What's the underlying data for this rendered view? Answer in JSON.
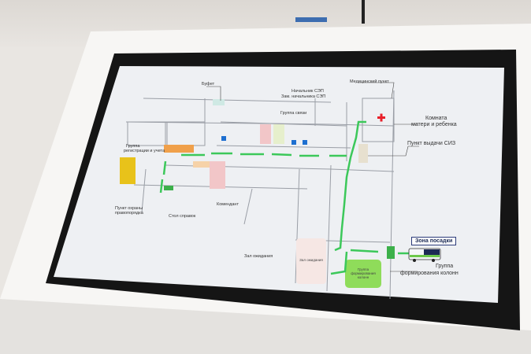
{
  "map": {
    "labels": {
      "buffet": "Буфет",
      "head_sep": "Начальник СЭП",
      "deputy_sep": "Зам. начальника СЭП",
      "comms_group": "Группа связи",
      "medical_point": "Медицинский пункт",
      "mother_child_1": "Комната",
      "mother_child_2": "матери и ребенка",
      "ppe_point": "Пункт выдачи СИЗ",
      "registration_1": "Группа",
      "registration_2": "регистрации и учета",
      "security_1": "Пункт охраны",
      "security_2": "правопорядка",
      "info_desk": "Стол справок",
      "commandant": "Комендант",
      "waiting_hall": "Зал ожидания",
      "boarding_zone": "Зона посадки",
      "convoy_group_1": "Группа",
      "convoy_group_2": "формирования колонн"
    },
    "rooms": {
      "waiting_hall": "Зал ожидания",
      "convoy_group": "Группа формирования колонн"
    },
    "colors": {
      "route": "#3cc85a",
      "convoy": "#8fdc5a",
      "registration": "#f0a04a",
      "security": "#e8c21a",
      "commandant": "#f2c6c8",
      "medical_cross": "#e8202a"
    }
  }
}
